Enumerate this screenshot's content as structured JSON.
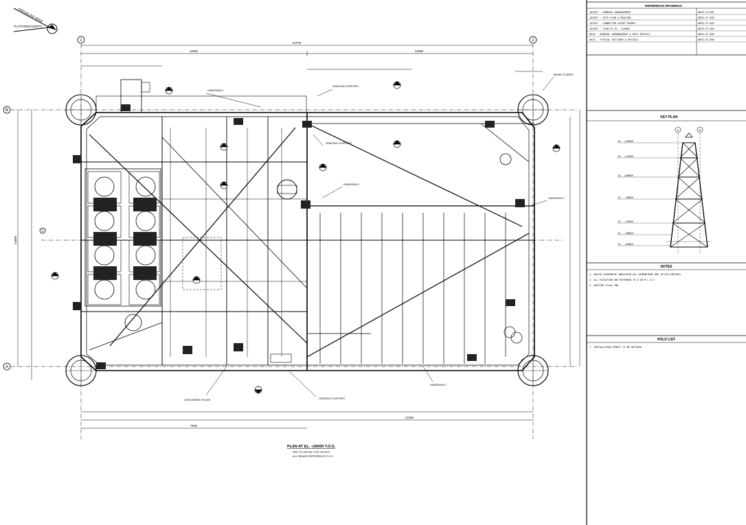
{
  "north": {
    "project": "PREVAILING WIND",
    "platform": "PLATFORM NORTH"
  },
  "grid": {
    "col_a": "1",
    "col_b": "2",
    "row_a": "B",
    "row_b": "A",
    "row_mid": "C"
  },
  "dims": {
    "top_total": "24700",
    "top_left": "12350",
    "top_right": "12350",
    "left_total": "14650",
    "bottom_left": "7500",
    "bottom_right": "12250"
  },
  "callouts": {
    "c1": "HANDRAILS",
    "c2": "GRATING SUPPORT",
    "c3": "BEAM CLAMPS",
    "c4": "HANDRAILS",
    "c5": "HANDRAILS",
    "c6": "GRATING SUPPORT",
    "c7": "CHECKERED PLATE",
    "c8": "GRATING SUPPORT",
    "c9": "HANDRAILS"
  },
  "plan_title": {
    "title": "PLAN AT EL. +25000 T.O.S.",
    "note1": "SEE TO DETAIL FOR NOTES",
    "note2": "ALL BEAMS REFERENCE S.E.C."
  },
  "reference": {
    "heading": "REFERENCE DRAWINGS",
    "rows": [
      {
        "title": "JACKET - GENERAL ARRANGEMENT",
        "number": "ABCD-ST-001"
      },
      {
        "title": "JACKET - SITE PLAN & BRACING",
        "number": "ABCD-ST-002"
      },
      {
        "title": "JACKET - CONDUCTOR GUIDE FRAMES",
        "number": "ABCD-ST-003"
      },
      {
        "title": "JACKET - PLAN AT EL. +25000",
        "number": "ABCD-ST-004"
      },
      {
        "title": "DECK - GENERAL ARRANGEMENT & MISC DETAILS",
        "number": "ABCD-ST-005"
      },
      {
        "title": "DECK - TYPICAL SECTIONS & DETAILS",
        "number": "ABCD-ST-006"
      }
    ]
  },
  "keyplan": {
    "heading": "KEY PLAN",
    "col1": "1",
    "col2": "2",
    "levels": [
      "EL. +25000",
      "EL. +12000",
      "EL. +00000",
      "EL. -20000",
      "EL. -42000",
      "EL. -58000",
      "EL. -64000"
    ]
  },
  "notes": {
    "heading": "NOTES",
    "items": [
      "1. UNLESS OTHERWISE INDICATED ALL DIMENSIONS ARE IN MILLIMETRES.",
      "2. ALL ELEVATION ARE REFERRED TO 0.00 M L.A.T.",
      "3. GRATING Plate TBD"
    ]
  },
  "hold": {
    "heading": "HOLD LIST",
    "items": [
      "1. INSTALLATION PERMIT TO BE DEFINED"
    ]
  }
}
